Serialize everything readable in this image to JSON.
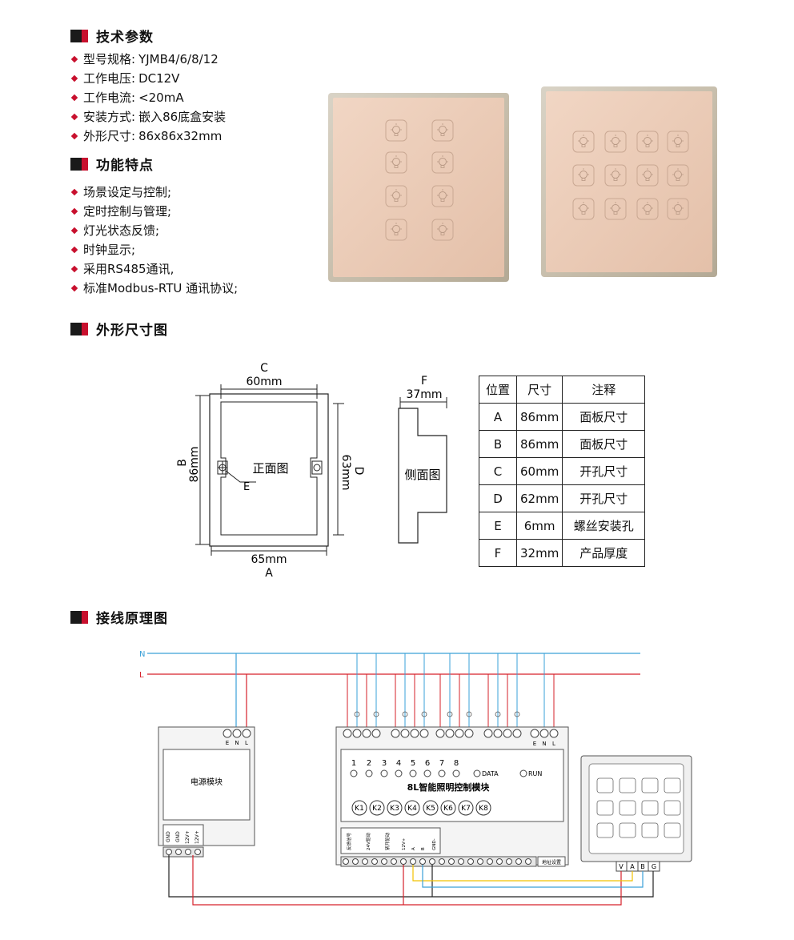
{
  "sections": {
    "tech": "技术参数",
    "features": "功能特点",
    "dimensions": "外形尺寸图",
    "wiring": "接线原理图"
  },
  "tech_params": [
    {
      "label": "型号规格:",
      "value": " YJMB4/6/8/12"
    },
    {
      "label": "工作电压:",
      "value": "DC12V"
    },
    {
      "label": "工作电流:",
      "value": "<20mA"
    },
    {
      "label": "安装方式:",
      "value": "嵌入86底盒安装"
    },
    {
      "label": "外形尺寸:",
      "value": "86x86x32mm"
    }
  ],
  "features": [
    "场景设定与控制;",
    "定时控制与管理;",
    "灯光状态反馈;",
    "时钟显示;",
    "采用RS485通讯,",
    "标准Modbus-RTU 通讯协议;"
  ],
  "drawing": {
    "c_letter": "C",
    "c_value": "60mm",
    "b_letter": "B",
    "b_value": "86mm",
    "d_letter": "D",
    "d_value": "63mm",
    "a_value": "65mm",
    "a_letter": "A",
    "e_letter": "E",
    "front_label": "正面图",
    "f_letter": "F",
    "f_value": "37mm",
    "side_label": "侧面图"
  },
  "dim_table": {
    "headers": [
      "位置",
      "尺寸",
      "注释"
    ],
    "rows": [
      [
        "A",
        "86mm",
        "面板尺寸"
      ],
      [
        "B",
        "86mm",
        "面板尺寸"
      ],
      [
        "C",
        "60mm",
        "开孔尺寸"
      ],
      [
        "D",
        "62mm",
        "开孔尺寸"
      ],
      [
        "E",
        "6mm",
        "螺丝安装孔"
      ],
      [
        "F",
        "32mm",
        "产品厚度"
      ]
    ]
  },
  "wiring": {
    "n": "N",
    "l": "L",
    "psu_title": "电源模块",
    "psu_terminals": [
      "E",
      "N",
      "L"
    ],
    "psu_outputs": [
      "GND",
      "GND",
      "12V+",
      "12V+"
    ],
    "module_title": "8L智能照明控制模块",
    "module_terminals": [
      "E",
      "N",
      "L"
    ],
    "channels": [
      "1",
      "2",
      "3",
      "4",
      "5",
      "6",
      "7",
      "8"
    ],
    "data_label": "DATA",
    "run_label": "RUN",
    "keys": [
      "K1",
      "K2",
      "K3",
      "K4",
      "K5",
      "K6",
      "K7",
      "K8"
    ],
    "bottom_labels": [
      "反馈信号",
      "24V驱动",
      "紧开驱动",
      "12V+",
      "A",
      "B",
      "GND-"
    ],
    "address_label": "地址设置",
    "panel_terminals": [
      "V",
      "A",
      "B",
      "G"
    ]
  },
  "colors": {
    "accent": "#c8102e",
    "n_line": "#3aa0d8",
    "l_line": "#d6202a",
    "a_line": "#f2c200",
    "b_line": "#3aa0d8",
    "panel_gold": "#e9c9b4"
  }
}
